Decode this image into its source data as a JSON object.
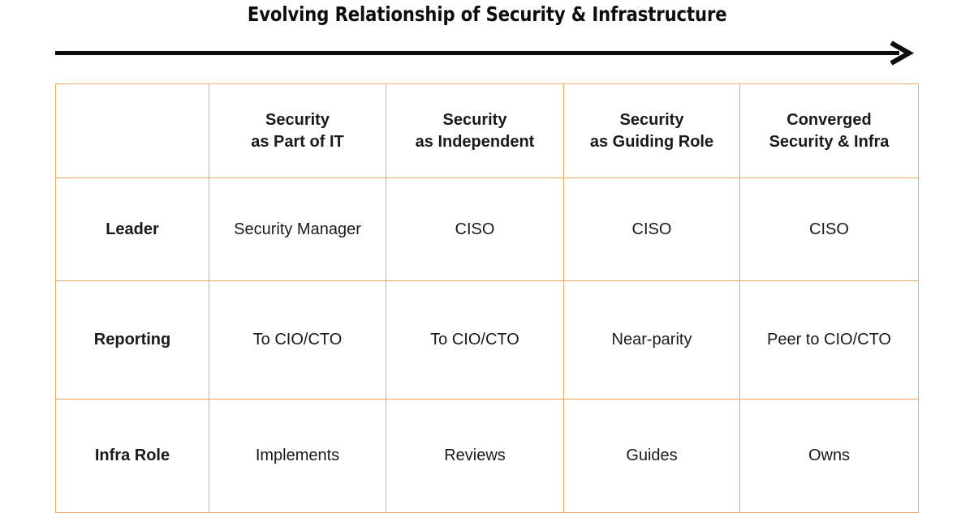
{
  "title": "Evolving Relationship of Security & Infrastructure",
  "arrow": {
    "name": "progression-arrow",
    "direction": "left-to-right",
    "color": "#0d0d0d"
  },
  "colors": {
    "highlight_fill": "#fbc05d",
    "table_border": "#eda86c",
    "text": "#111111",
    "background": "#ffffff"
  },
  "table": {
    "corner_label": "",
    "column_headers": [
      {
        "line1": "Security",
        "line2": "as Part of IT",
        "highlighted": false
      },
      {
        "line1": "Security",
        "line2": "as Independent",
        "highlighted": false
      },
      {
        "line1": "Security",
        "line2": "as Guiding Role",
        "highlighted": false
      },
      {
        "line1": "Converged",
        "line2": "Security & Infra",
        "highlighted": true
      }
    ],
    "rows": [
      {
        "label": "Leader",
        "cells": [
          "Security Manager",
          "CISO",
          "CISO",
          "CISO"
        ]
      },
      {
        "label": "Reporting",
        "cells": [
          "To CIO/CTO",
          "To CIO/CTO",
          "Near-parity",
          "Peer to CIO/CTO"
        ]
      },
      {
        "label": "Infra Role",
        "cells": [
          "Implements",
          "Reviews",
          "Guides",
          "Owns"
        ]
      }
    ]
  }
}
